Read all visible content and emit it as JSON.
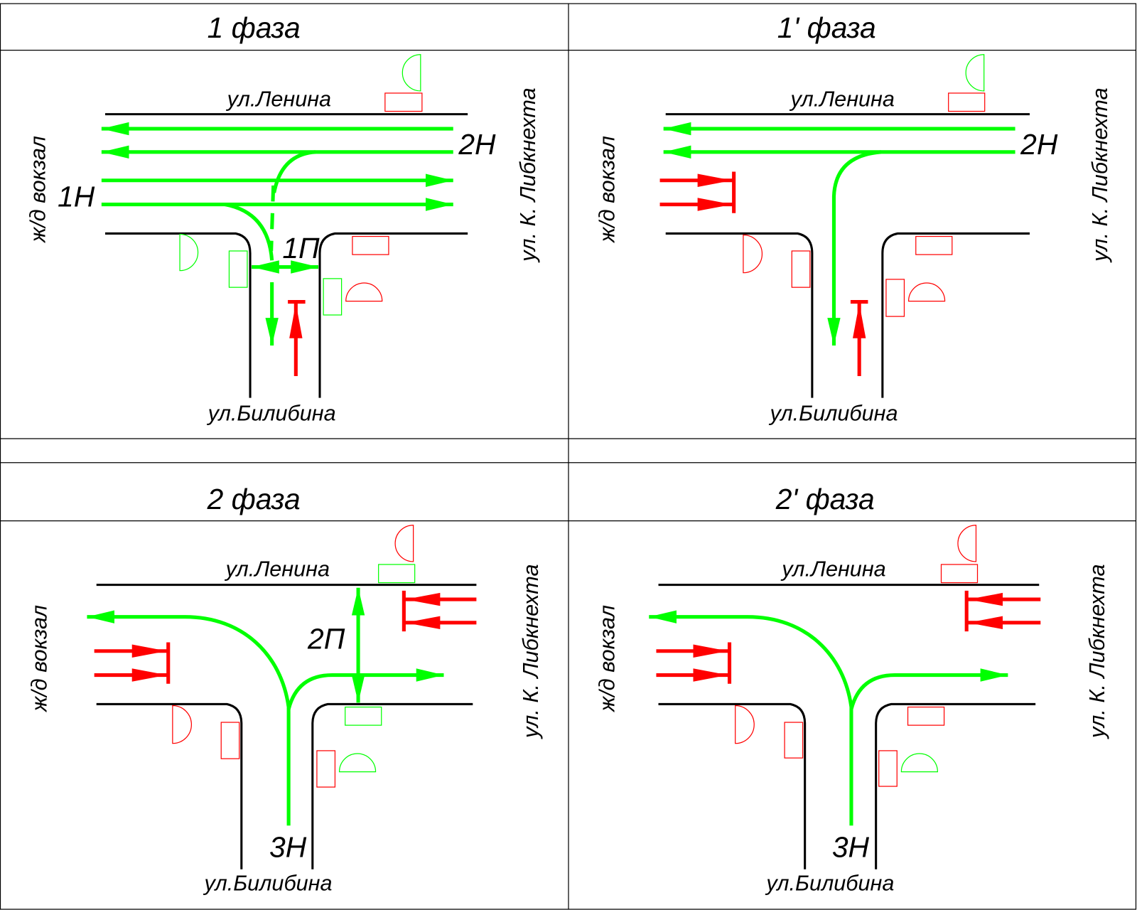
{
  "colors": {
    "go": "#00ff00",
    "stop": "#ff0000",
    "road": "#000000"
  },
  "streets": {
    "top": "ул.Ленина",
    "bottom": "ул.Билибина",
    "left": "ж/д вокзал",
    "right": "ул. К. Либкнехта"
  },
  "phases": [
    {
      "title": "1 фаза",
      "labels": {
        "a": "2Н",
        "b": "1Н",
        "c": "1П"
      }
    },
    {
      "title": "1' фаза",
      "labels": {
        "a": "2Н"
      }
    },
    {
      "title": "2 фаза",
      "labels": {
        "a": "2П",
        "b": "3Н"
      }
    },
    {
      "title": "2' фаза",
      "labels": {
        "a": "3Н"
      }
    }
  ]
}
